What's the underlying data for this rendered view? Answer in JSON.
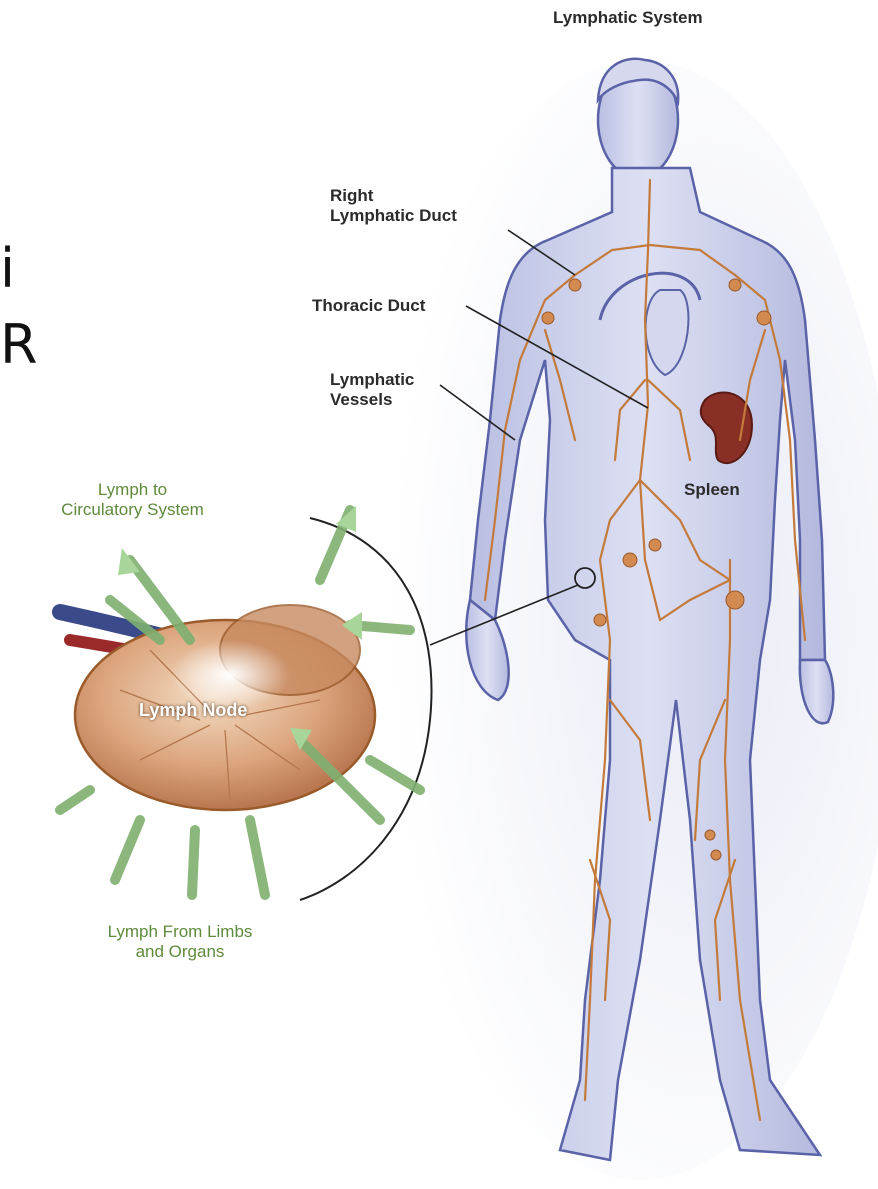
{
  "title": "Lymphatic System",
  "labels": {
    "right_lymphatic_duct_1": "Right",
    "right_lymphatic_duct_2": "Lymphatic Duct",
    "thoracic_duct": "Thoracic Duct",
    "lymphatic_vessels_1": "Lymphatic",
    "lymphatic_vessels_2": "Vessels",
    "spleen": "Spleen",
    "lymph_node": "Lymph Node",
    "lymph_to_1": "Lymph to",
    "lymph_to_2": "Circulatory System",
    "lymph_from_1": "Lymph From Limbs",
    "lymph_from_2": "and Organs"
  },
  "edge_text": {
    "line1": "i",
    "line2": "R"
  },
  "colors": {
    "vessel": "#c47a3a",
    "body": "#c9cdea",
    "body_outline": "#5a62a8",
    "node": "#d9a27a",
    "arrow": "#a8d69a",
    "label_dark": "#2b2b2b",
    "label_green": "#5f8a3c",
    "spleen": "#8a2f25"
  }
}
